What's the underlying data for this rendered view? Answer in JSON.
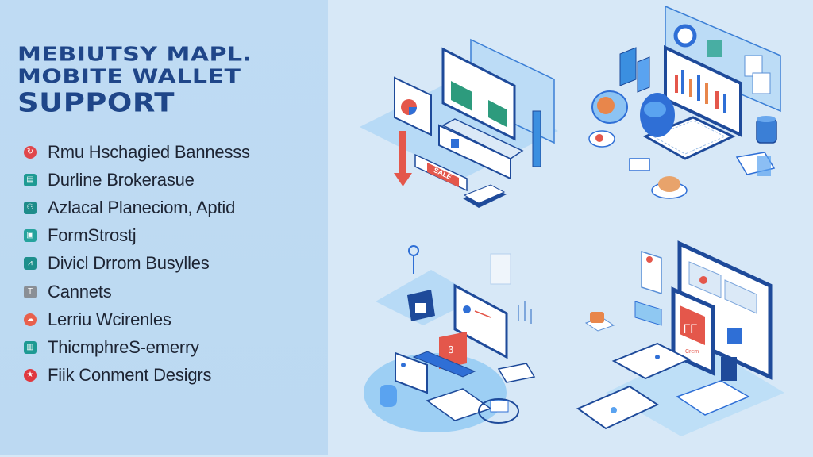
{
  "title": {
    "line1": "MEBIUTSY MAPL.",
    "line2": "MOBITE WALLET",
    "line3": "SUPPORT"
  },
  "features": [
    {
      "label": "Rmu Hschagied Bannesss",
      "icon": "refresh-circle-icon",
      "color": "#e0464b",
      "shape": "round",
      "glyph": "↻"
    },
    {
      "label": "Durline Brokerasue",
      "icon": "chart-card-icon",
      "color": "#1e9a93",
      "shape": "square",
      "glyph": "▤"
    },
    {
      "label": "Azlacal Planeciom, Aptid",
      "icon": "people-card-icon",
      "color": "#1e8c8a",
      "shape": "square",
      "glyph": "⚇"
    },
    {
      "label": "FormStrostj",
      "icon": "image-card-icon",
      "color": "#26a39d",
      "shape": "square",
      "glyph": "▣"
    },
    {
      "label": "Divicl Drrom Busylles",
      "icon": "analytics-card-icon",
      "color": "#1e8f8c",
      "shape": "square",
      "glyph": "⩘"
    },
    {
      "label": "Cannets",
      "icon": "tools-card-icon",
      "color": "#8a8f96",
      "shape": "square",
      "glyph": "T"
    },
    {
      "label": "Lerriu Wcirenles",
      "icon": "cloud-circle-icon",
      "color": "#e8604d",
      "shape": "round",
      "glyph": "☁"
    },
    {
      "label": "ThicmphreS-emerry",
      "icon": "bar-chart-card-icon",
      "color": "#1e9a93",
      "shape": "square",
      "glyph": "▥"
    },
    {
      "label": "Fiik Conment Desigrs",
      "icon": "star-circle-icon",
      "color": "#e0383f",
      "shape": "round",
      "glyph": "★"
    }
  ],
  "illustrations": {
    "top_left": {
      "sale_tag": "SALE"
    },
    "bottom_right": {
      "tablet_caption": "Crem"
    }
  },
  "colors": {
    "title": "#1f4689",
    "panel": "#bfdbf3",
    "background": "#d7e8f7",
    "accent_blue": "#2f6fd6",
    "accent_red": "#e4574b"
  }
}
